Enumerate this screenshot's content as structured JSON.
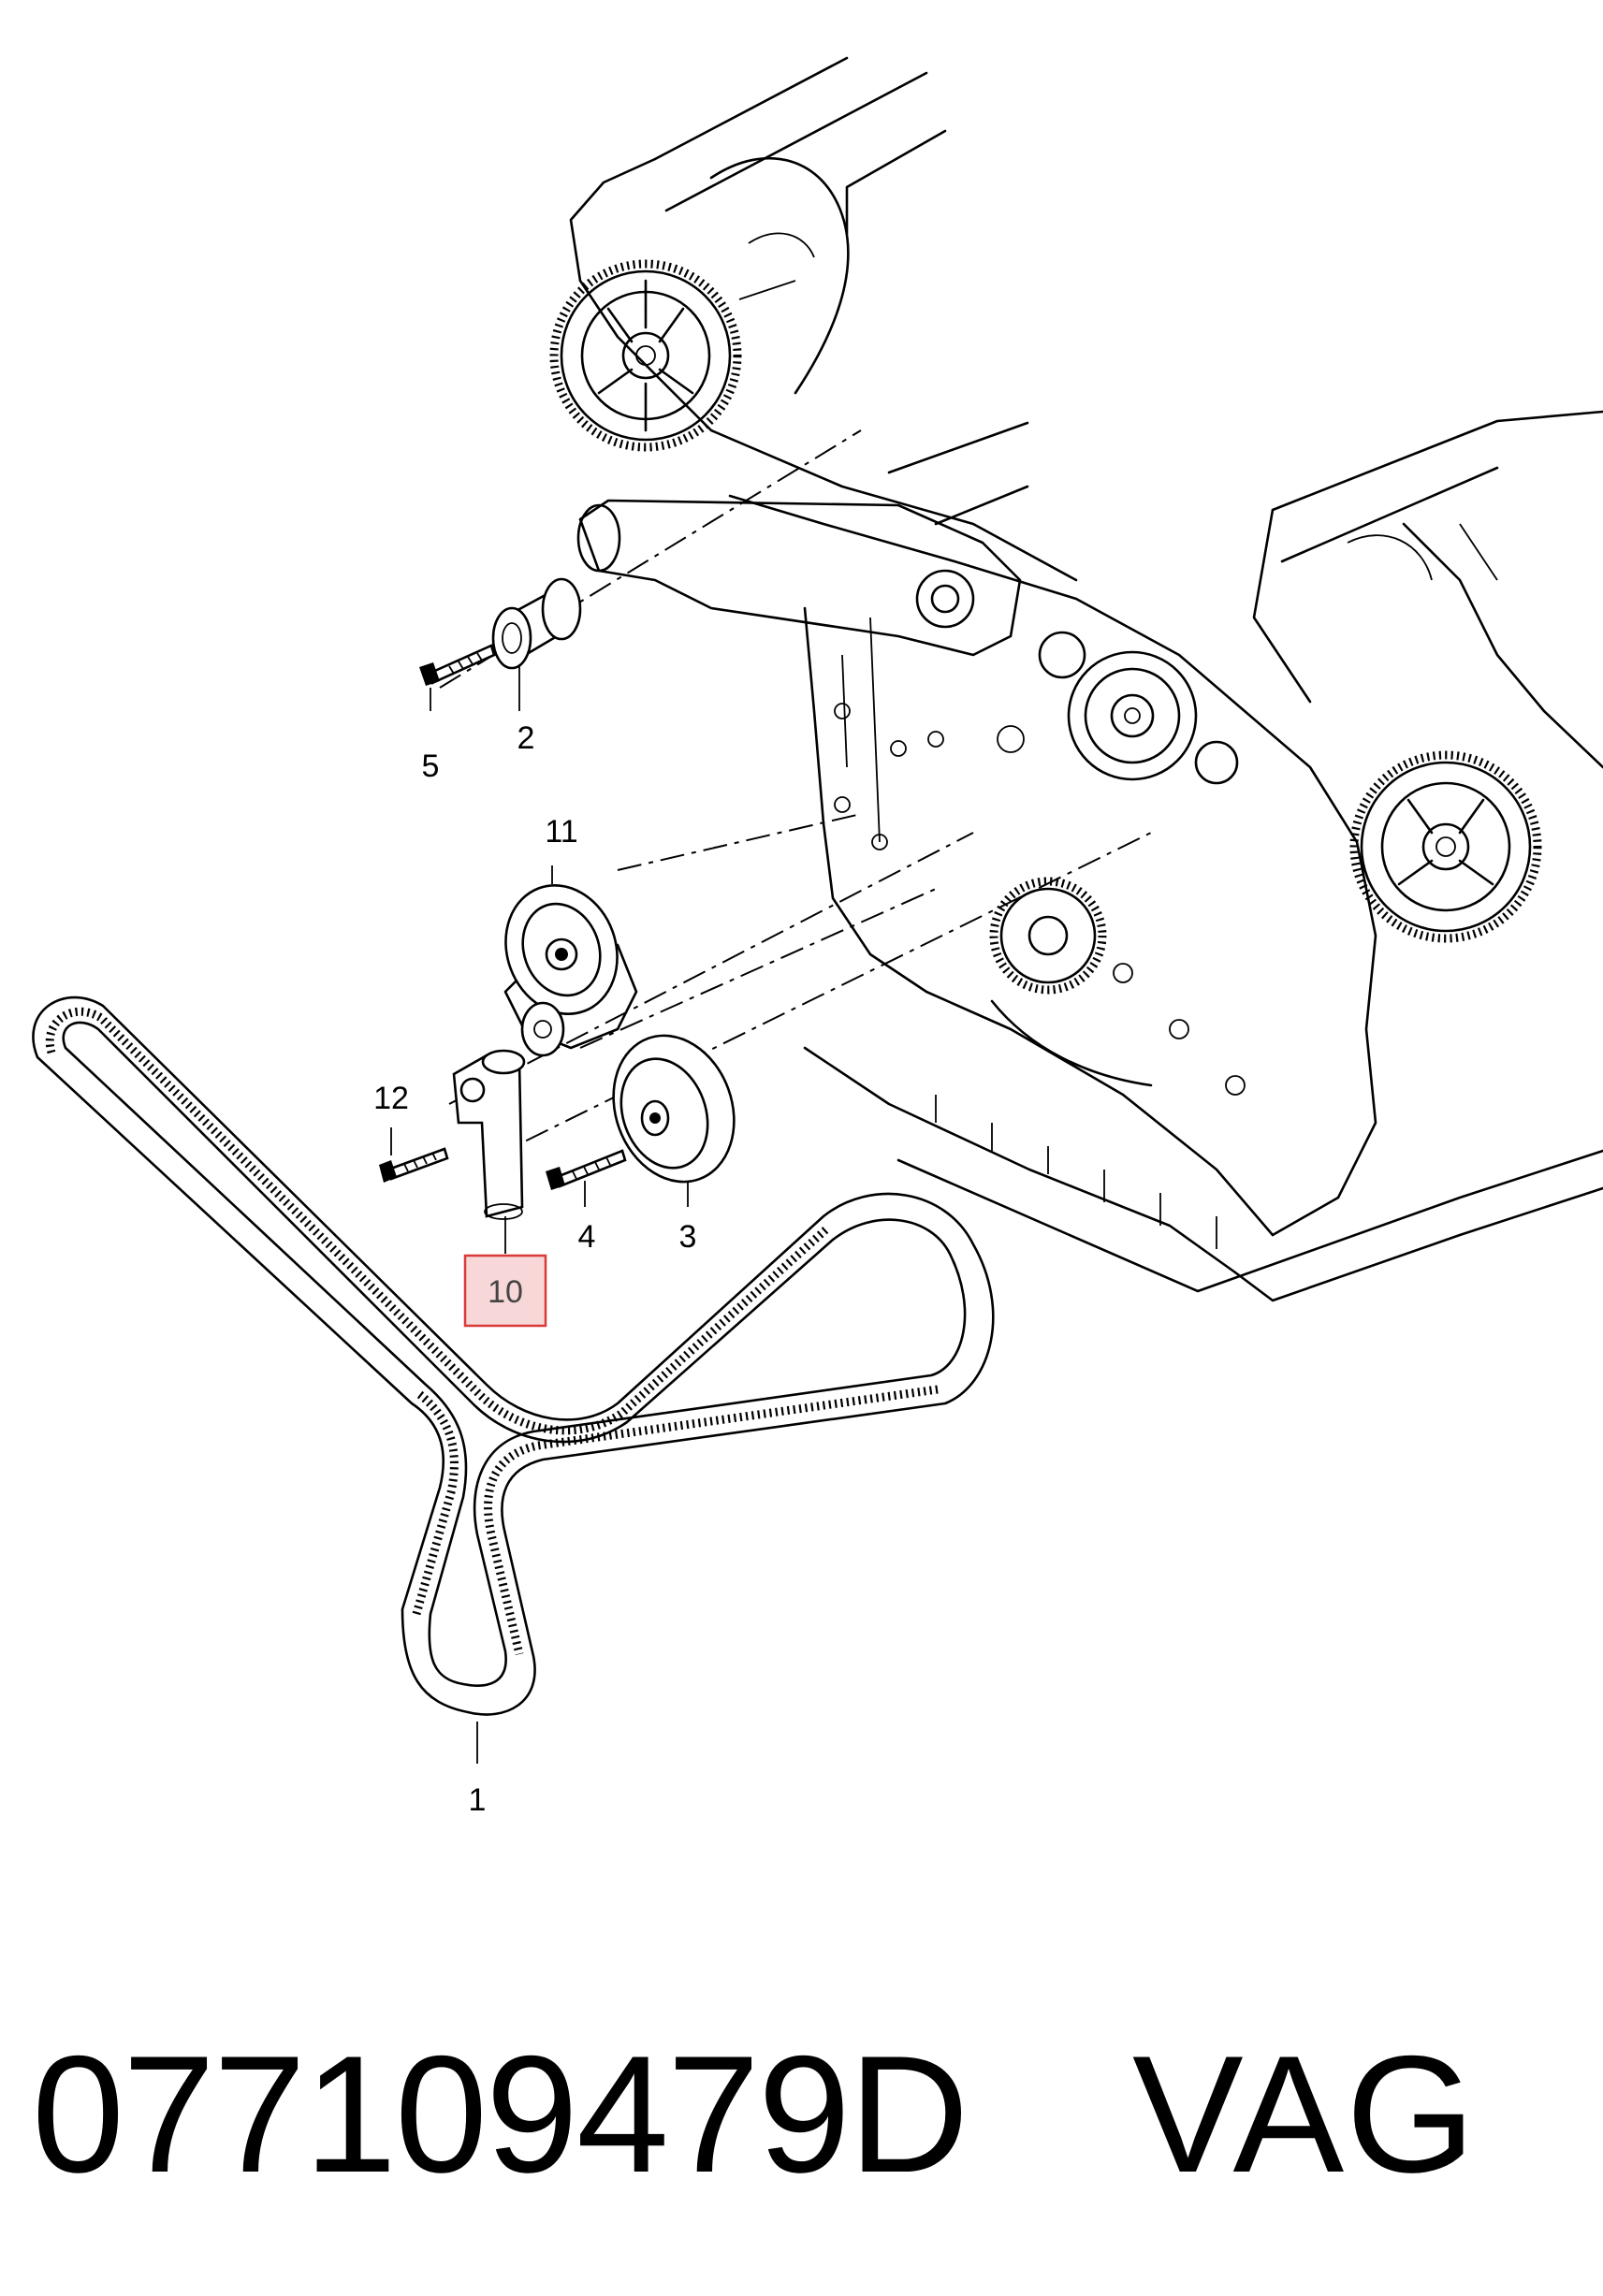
{
  "callouts": [
    {
      "id": "1",
      "label": "1"
    },
    {
      "id": "2",
      "label": "2"
    },
    {
      "id": "3",
      "label": "3"
    },
    {
      "id": "4",
      "label": "4"
    },
    {
      "id": "5",
      "label": "5"
    },
    {
      "id": "10",
      "label": "10",
      "highlighted": true
    },
    {
      "id": "11",
      "label": "11"
    },
    {
      "id": "12",
      "label": "12"
    }
  ],
  "footer": {
    "part_number": "077109479D",
    "brand": "VAG"
  },
  "colors": {
    "highlight_fill": "#f7d7d7",
    "highlight_stroke": "#d83a3a",
    "line": "#000000",
    "background": "#ffffff"
  }
}
